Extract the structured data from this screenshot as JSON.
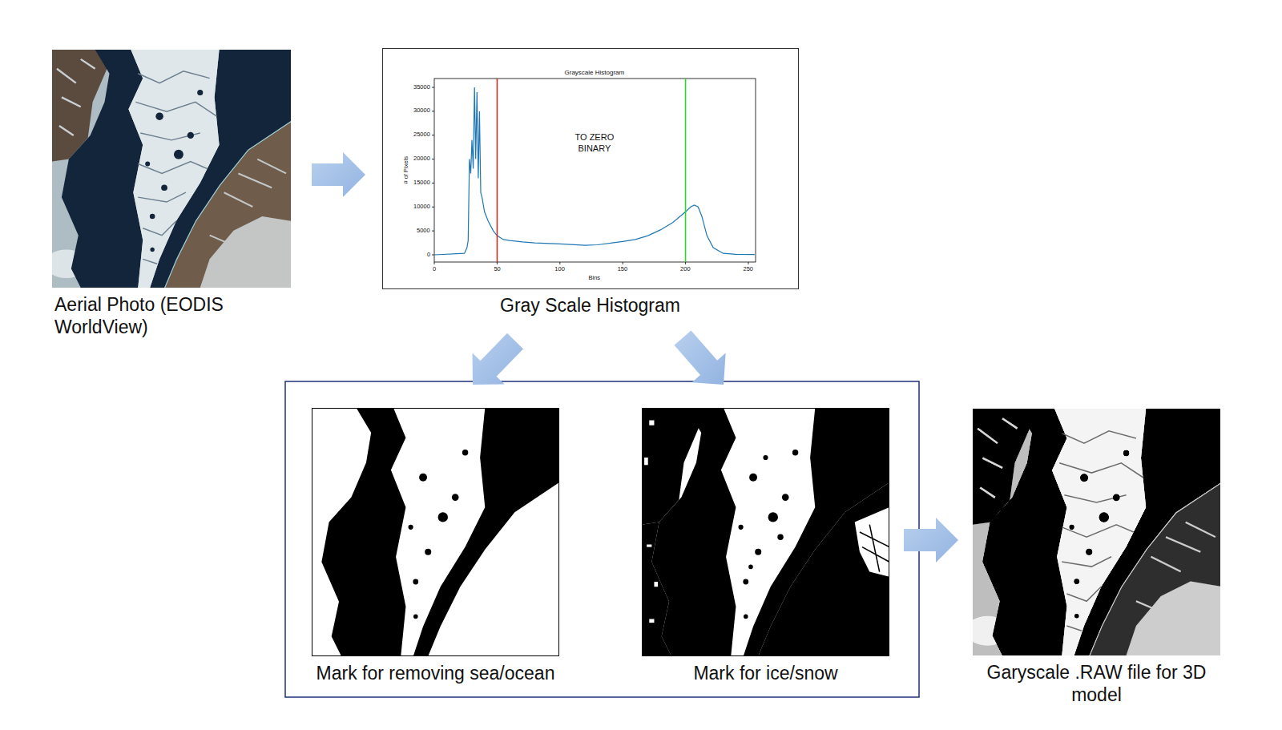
{
  "diagram": {
    "nodes": [
      {
        "text": [
          "Aerial Photo (EODIS WorldView)"
        ]
      },
      {
        "text": [
          "Gray Scale Histogram"
        ]
      },
      {
        "text": [
          "Mark for removing sea/ocean"
        ]
      },
      {
        "text": [
          "Mark for ice/snow"
        ]
      },
      {
        "text": [
          "Garyscale .RAW file for 3D model"
        ]
      }
    ],
    "edges": [
      {
        "from": 0,
        "to": 1,
        "arrow": "to"
      },
      {
        "from": 1,
        "to": 2,
        "arrow": "to"
      },
      {
        "from": 1,
        "to": 3,
        "arrow": "to"
      },
      {
        "from": 3,
        "to": 4,
        "arrow": "to"
      }
    ],
    "labels": [
      "Grayscale Histogram",
      "35000",
      "30000",
      "25000",
      "20000",
      "15000",
      "10000",
      "5000",
      "0",
      "0",
      "50",
      "100",
      "150",
      "200",
      "250",
      "Bins",
      "# of Pixels",
      "TO ZERO",
      "BINARY"
    ]
  }
}
